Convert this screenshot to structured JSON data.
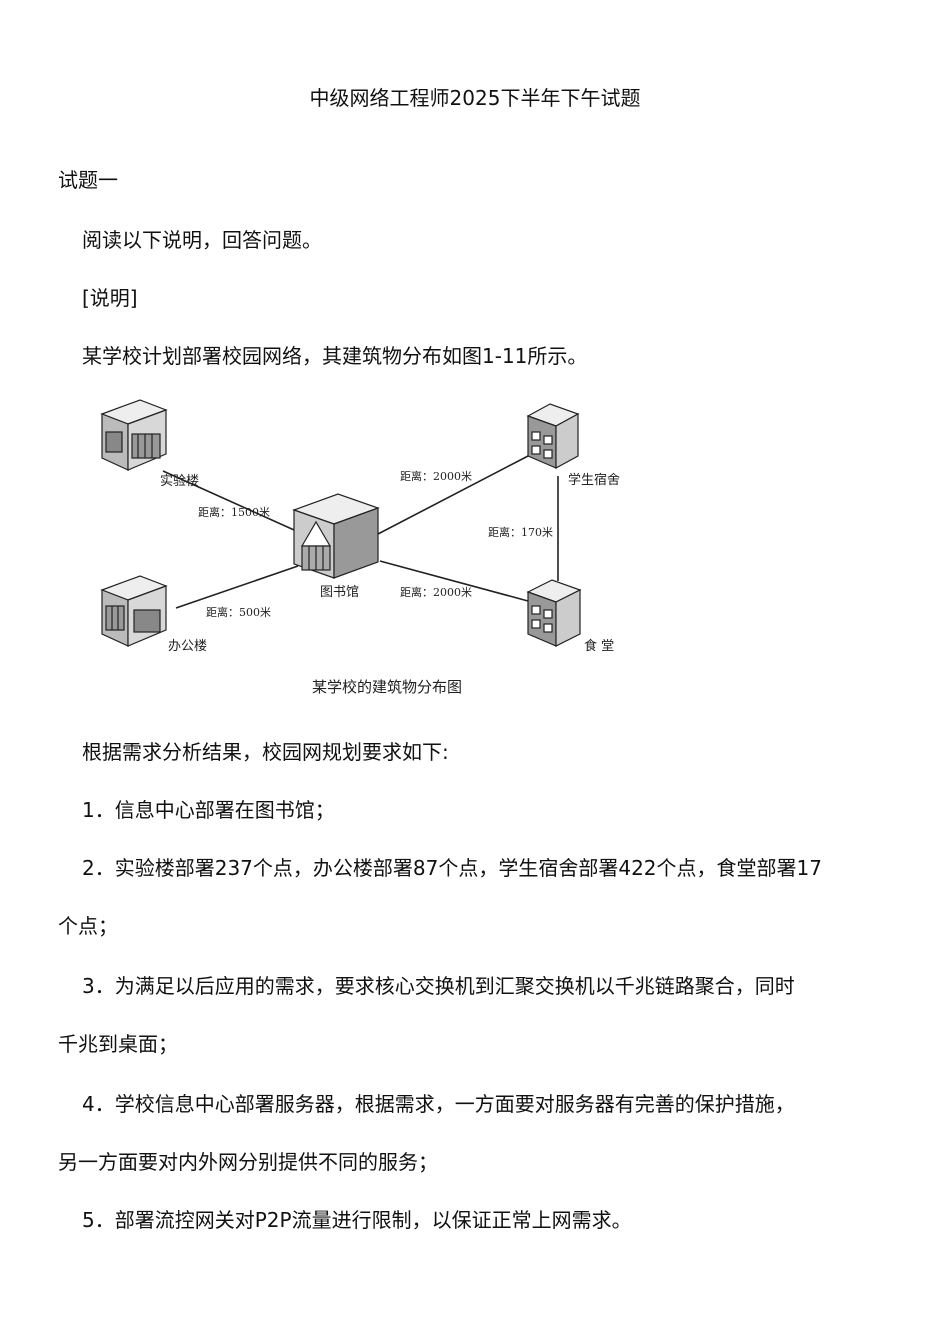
{
  "doc": {
    "title": "中级网络工程师2025下半年下午试题",
    "section": "试题一",
    "intro": "阅读以下说明，回答问题。",
    "note_heading": "[说明]",
    "para1": "某学校计划部署校园网络，其建筑物分布如图1-11所示。",
    "para2": "根据需求分析结果，校园网规划要求如下:",
    "req1": "1．信息中心部署在图书馆；",
    "req2_a": "2．实验楼部署237个点，办公楼部署87个点，学生宿舍部署422个点，食堂部署17",
    "req2_b": "个点；",
    "req3_a": "3．为满足以后应用的需求，要求核心交换机到汇聚交换机以千兆链路聚合，同时",
    "req3_b": "千兆到桌面；",
    "req4_a": "4．学校信息中心部署服务器，根据需求，一方面要对服务器有完善的保护措施，",
    "req4_b": "另一方面要对内外网分别提供不同的服务；",
    "req5": "5．部署流控网关对P2P流量进行限制，以保证正常上网需求。"
  },
  "figure": {
    "caption": "某学校的建筑物分布图",
    "buildings": {
      "lab": "实验楼",
      "office": "办公楼",
      "library": "图书馆",
      "dorm": "学生宿舍",
      "canteen": "食 堂"
    },
    "distances": {
      "lab_library": "距离：1500米",
      "office_library": "距离：500米",
      "library_dorm": "距离：2000米",
      "library_canteen": "距离：2000米",
      "dorm_canteen": "距离：170米"
    }
  }
}
